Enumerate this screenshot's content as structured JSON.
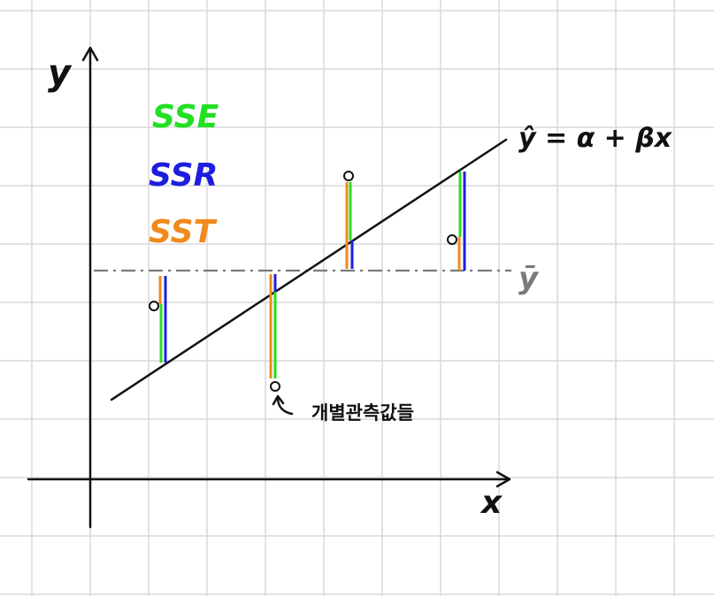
{
  "labels": {
    "y_axis": "y",
    "x_axis": "x",
    "regression": "ŷ = α + βx",
    "mean": "ȳ",
    "observations": "개별관측값들"
  },
  "legend": [
    {
      "label": "SSE",
      "color": "#22e022"
    },
    {
      "label": "SSR",
      "color": "#1d1de0"
    },
    {
      "label": "SST",
      "color": "#f08a1c"
    }
  ],
  "colors": {
    "grid": "#d9d9d9",
    "axis": "#111111",
    "mean_line": "#7a7a7a"
  }
}
